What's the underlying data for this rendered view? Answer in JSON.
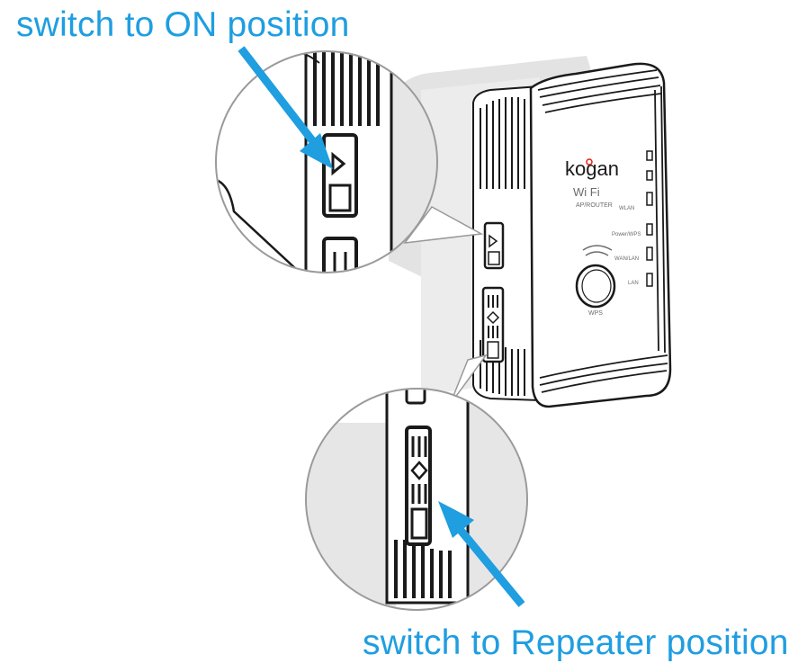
{
  "callouts": {
    "on_switch": "switch to ON position",
    "repeater_switch": "switch to Repeater position"
  },
  "device": {
    "brand": "kogan",
    "wifi_logo": "Wi Fi",
    "mode_label": "AP/ROUTER",
    "led_wlan": "WLAN",
    "led_power_wps": "Power/WPS",
    "led_wan_lan": "WAN/LAN",
    "led_lan": "LAN",
    "button_label": "WPS"
  },
  "colors": {
    "arrow": "#1f9ee0",
    "shadow": "#e3e3e3",
    "outline": "#1a1a1a",
    "brand_power": "#e2231a"
  }
}
